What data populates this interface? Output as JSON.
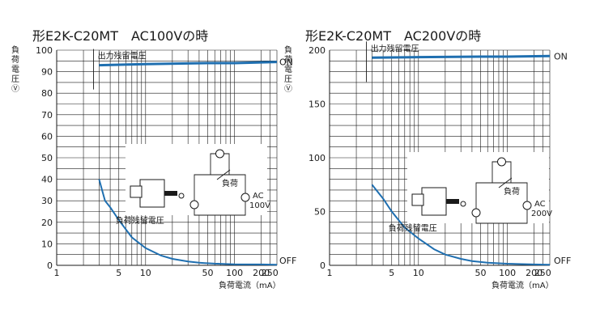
{
  "chart_data": [
    {
      "type": "line",
      "title": "形E2K-C20MT　AC100Vの時",
      "ylabel_chars": [
        "負",
        "荷",
        "電",
        "圧",
        "Ⓥ"
      ],
      "xlabel": "負荷電流（mA）",
      "x_scale": "log",
      "xlim": [
        1,
        300
      ],
      "ylim": [
        0,
        100
      ],
      "x_ticks": [
        "1",
        "5",
        "10",
        "50",
        "100",
        "200",
        "250"
      ],
      "x_tick_values": [
        1,
        5,
        10,
        50,
        100,
        200,
        250
      ],
      "y_ticks": [
        "0",
        "10",
        "20",
        "30",
        "40",
        "50",
        "60",
        "70",
        "80",
        "90",
        "100"
      ],
      "y_tick_values": [
        0,
        10,
        20,
        30,
        40,
        50,
        60,
        70,
        80,
        90,
        100
      ],
      "annotations": {
        "on_residual": "出力残留電圧",
        "off_residual": "負荷残留電圧",
        "load": "負荷",
        "supply": "AC 100V"
      },
      "series": [
        {
          "name": "ON",
          "x": [
            3,
            10,
            50,
            100,
            300
          ],
          "y": [
            93,
            93.5,
            94,
            94,
            94.5
          ]
        },
        {
          "name": "OFF",
          "x": [
            3,
            3.5,
            4,
            5,
            7,
            10,
            15,
            20,
            30,
            40,
            60,
            100,
            200,
            300
          ],
          "y": [
            40,
            30,
            27,
            21,
            13,
            8,
            4.5,
            3,
            1.8,
            1.2,
            0.8,
            0.5,
            0.4,
            0.3
          ]
        }
      ]
    },
    {
      "type": "line",
      "title": "形E2K-C20MT　AC200Vの時",
      "ylabel_chars": [
        "負",
        "荷",
        "電",
        "圧",
        "Ⓥ"
      ],
      "xlabel": "負荷電流（mA）",
      "x_scale": "log",
      "xlim": [
        1,
        300
      ],
      "ylim": [
        0,
        200
      ],
      "x_ticks": [
        "1",
        "5",
        "10",
        "50",
        "100",
        "200",
        "250"
      ],
      "x_tick_values": [
        1,
        5,
        10,
        50,
        100,
        200,
        250
      ],
      "y_ticks": [
        "0",
        "50",
        "100",
        "150",
        "200"
      ],
      "y_tick_values": [
        0,
        50,
        100,
        150,
        200
      ],
      "annotations": {
        "on_residual": "出力残留電圧",
        "off_residual": "負荷残留電圧",
        "load": "負荷",
        "supply": "AC 200V"
      },
      "series": [
        {
          "name": "ON",
          "x": [
            3,
            10,
            50,
            100,
            300
          ],
          "y": [
            193,
            193.5,
            194,
            194,
            194.5
          ]
        },
        {
          "name": "OFF",
          "x": [
            3,
            4,
            5,
            7,
            10,
            15,
            20,
            30,
            40,
            60,
            100,
            200,
            300
          ],
          "y": [
            75,
            62,
            50,
            35,
            25,
            15,
            10,
            6,
            4,
            2.5,
            1.5,
            0.8,
            0.5
          ]
        }
      ]
    }
  ]
}
